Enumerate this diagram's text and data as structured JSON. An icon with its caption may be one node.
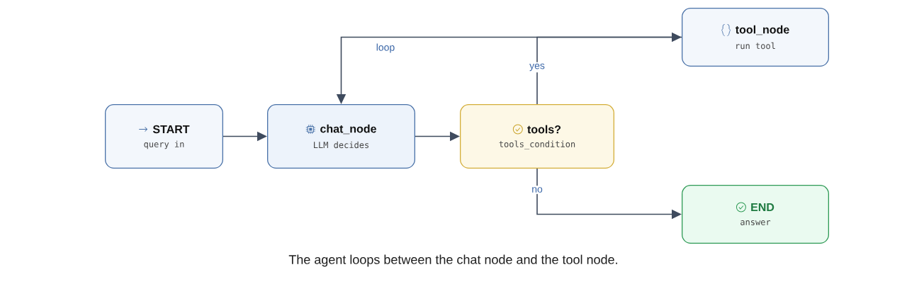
{
  "diagram": {
    "caption": "The agent loops between the chat node and the tool node.",
    "nodes": [
      {
        "text": [
          "START",
          "query in"
        ]
      },
      {
        "text": [
          "chat_node",
          "LLM decides"
        ]
      },
      {
        "text": [
          "tools?",
          "tools_condition"
        ]
      },
      {
        "text": [
          "tool_node",
          "run tool"
        ]
      },
      {
        "text": [
          "END",
          "answer"
        ]
      }
    ],
    "edges": [
      {
        "from": 0,
        "to": 1,
        "arrow": "to"
      },
      {
        "from": 1,
        "to": 2,
        "arrow": "to"
      },
      {
        "from": 2,
        "to": 3,
        "label": "yes",
        "arrow": "to"
      },
      {
        "from": 3,
        "to": 1,
        "label": "loop",
        "arrow": "to"
      },
      {
        "from": 2,
        "to": 4,
        "label": "no",
        "arrow": "to"
      }
    ]
  }
}
